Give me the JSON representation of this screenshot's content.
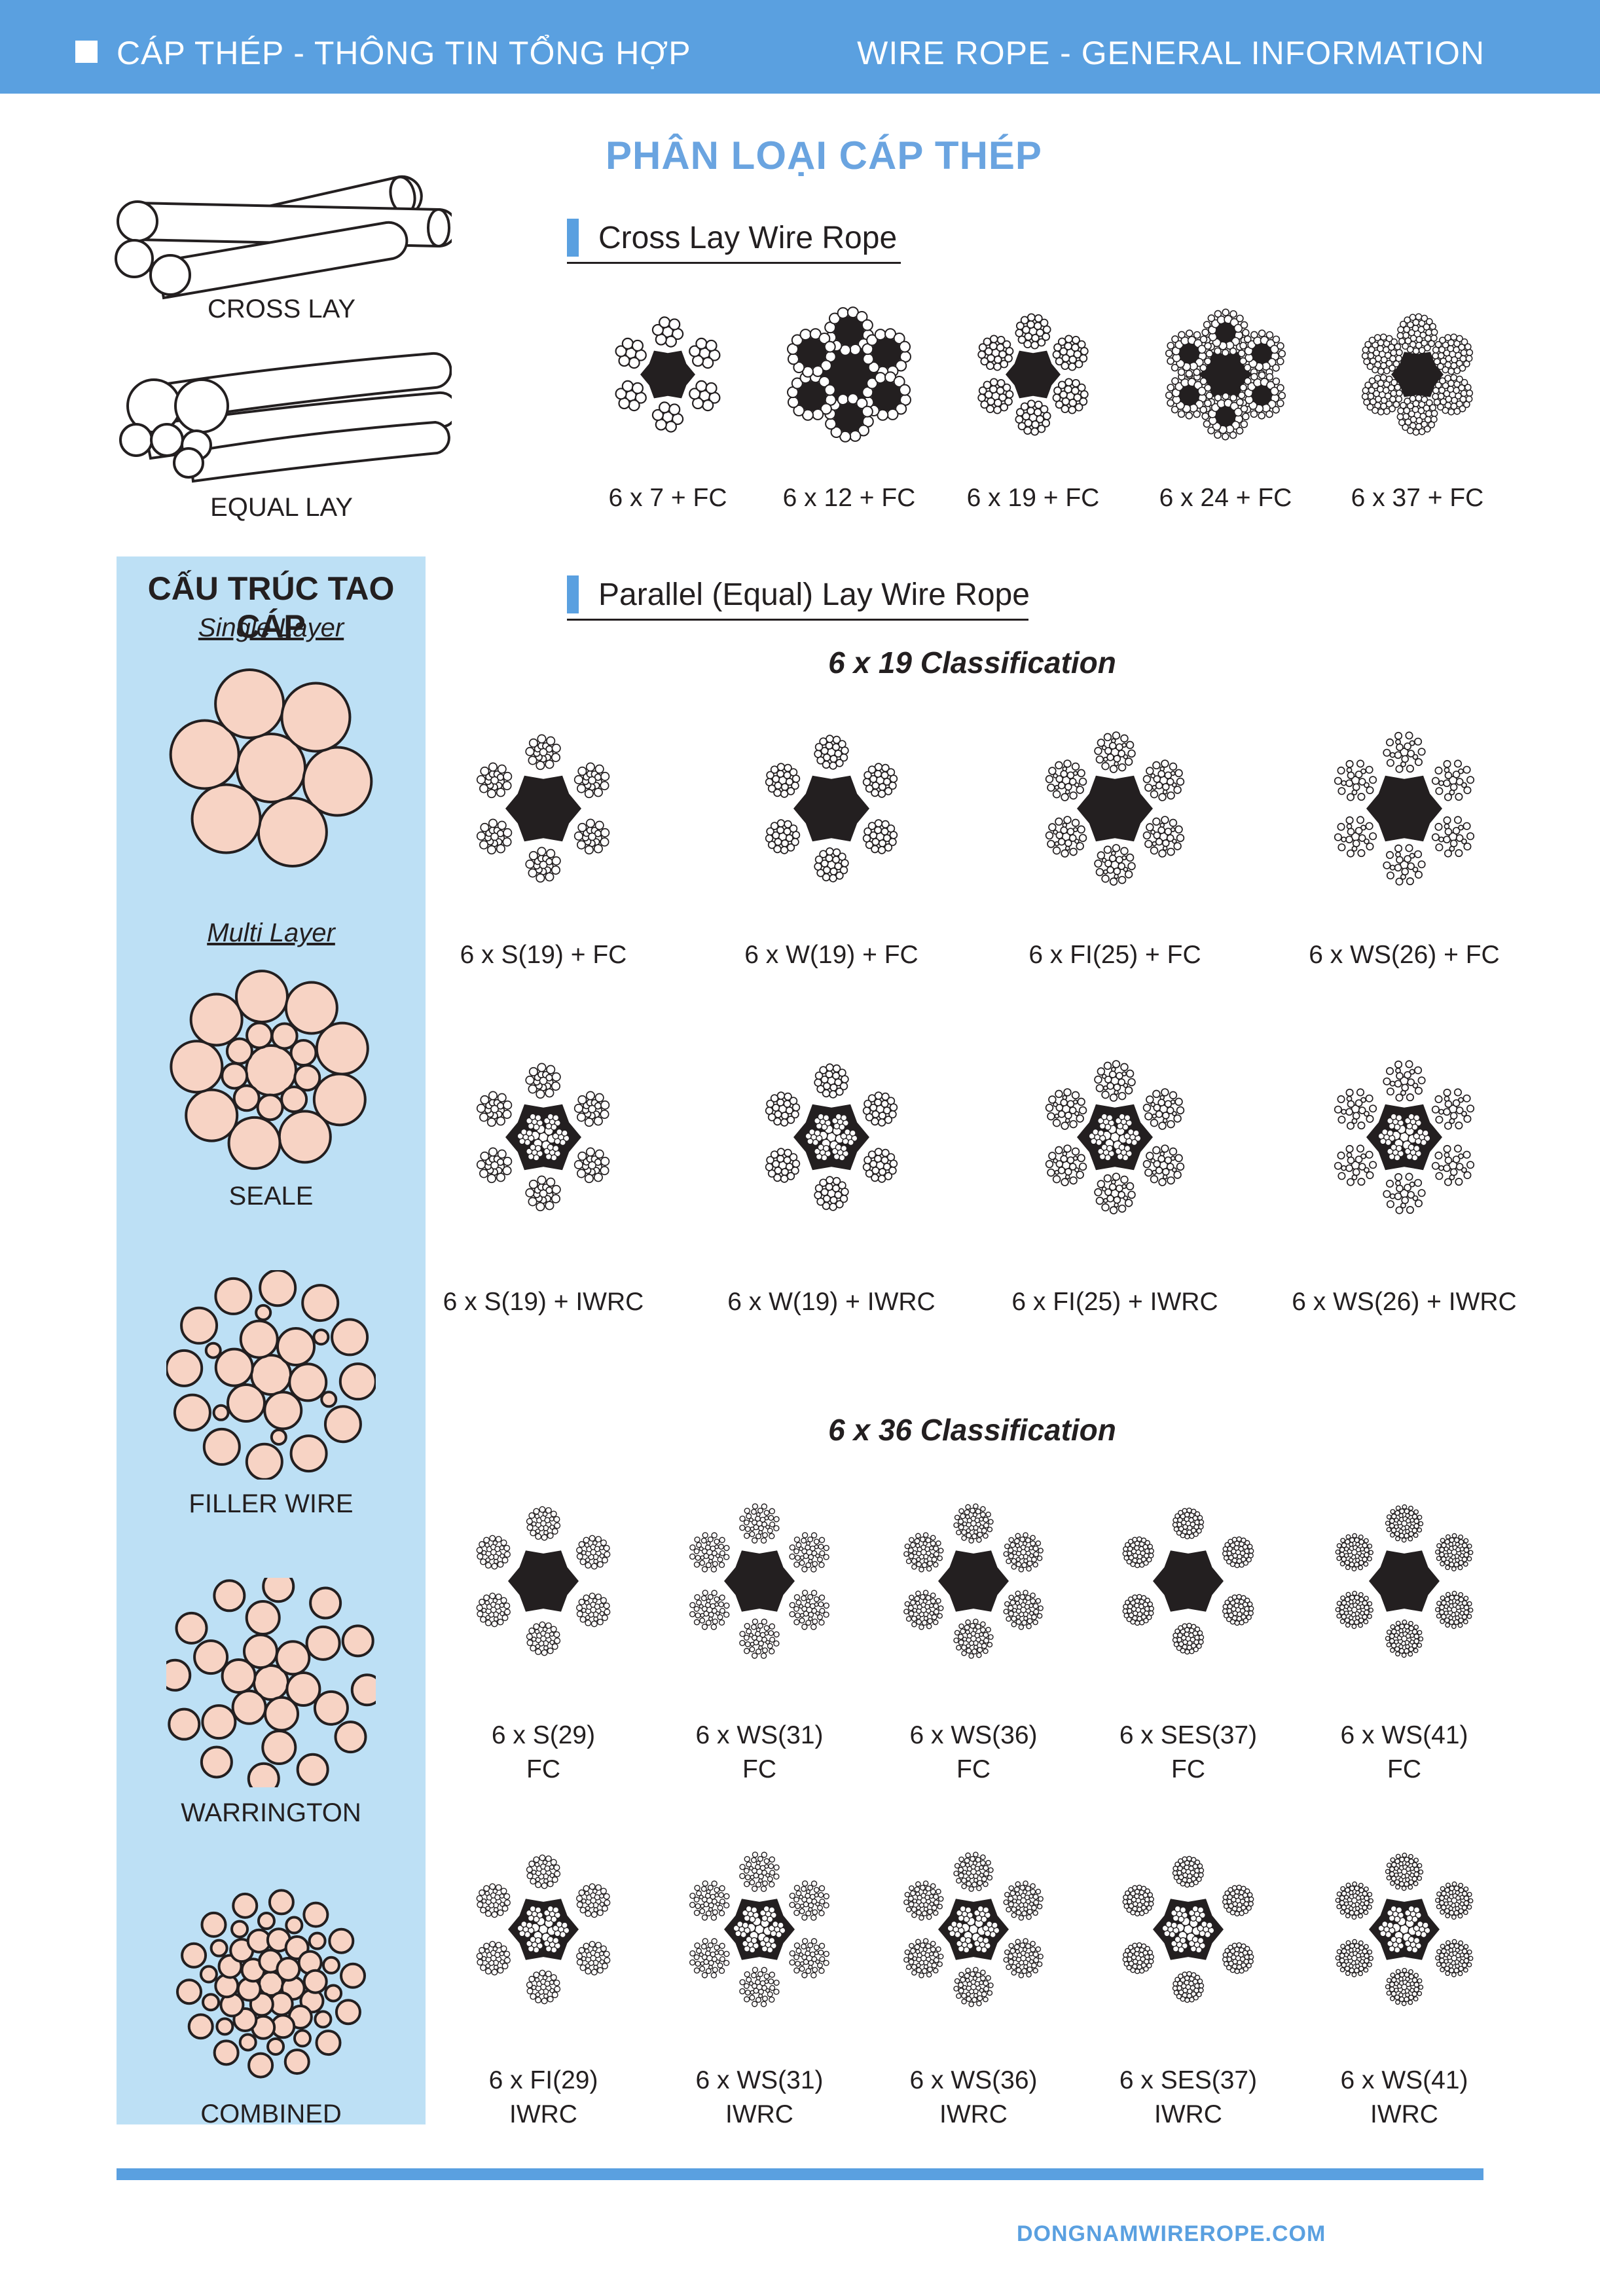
{
  "header": {
    "title_vi": "CÁP THÉP - THÔNG TIN TỔNG HỢP",
    "title_en": "WIRE ROPE - GENERAL INFORMATION"
  },
  "main_title": "PHÂN LOẠI CÁP THÉP",
  "lay_types": [
    "CROSS LAY",
    "EQUAL LAY"
  ],
  "cross_lay": {
    "heading": "Cross Lay Wire Rope",
    "items": [
      "6 x 7 + FC",
      "6 x 12 + FC",
      "6 x 19 + FC",
      "6 x 24 + FC",
      "6 x 37 + FC"
    ]
  },
  "parallel_lay": {
    "heading": "Parallel (Equal) Lay Wire Rope",
    "class19": {
      "title": "6 x 19 Classification",
      "fc": [
        "6 x S(19) + FC",
        "6 x W(19) + FC",
        "6 x FI(25) + FC",
        "6 x WS(26) + FC"
      ],
      "iwrc": [
        "6 x S(19) + IWRC",
        "6 x W(19) + IWRC",
        "6 x FI(25) + IWRC",
        "6 x WS(26) + IWRC"
      ]
    },
    "class36": {
      "title": "6 x 36 Classification",
      "fc": [
        [
          "6 x S(29)",
          "FC"
        ],
        [
          "6 x WS(31)",
          "FC"
        ],
        [
          "6 x WS(36)",
          "FC"
        ],
        [
          "6 x SES(37)",
          "FC"
        ],
        [
          "6 x WS(41)",
          "FC"
        ]
      ],
      "iwrc": [
        [
          "6 x FI(29)",
          "IWRC"
        ],
        [
          "6 x WS(31)",
          "IWRC"
        ],
        [
          "6 x WS(36)",
          "IWRC"
        ],
        [
          "6 x SES(37)",
          "IWRC"
        ],
        [
          "6 x WS(41)",
          "IWRC"
        ]
      ]
    }
  },
  "strand_panel": {
    "title": "CẤU TRÚC TAO CÁP",
    "single_layer": "Single Layer",
    "multi_layer": "Multi Layer",
    "types": [
      "SEALE",
      "FILLER WIRE",
      "WARRINGTON",
      "COMBINED"
    ]
  },
  "footer": {
    "website": "DONGNAMWIREROPE.COM"
  },
  "colors": {
    "header_blue": "#5aa0e0",
    "title_blue": "#6aa4e0",
    "panel_blue": "#bde0f5",
    "wire_fill": "#f7d3c4",
    "core_black": "#231f20"
  }
}
